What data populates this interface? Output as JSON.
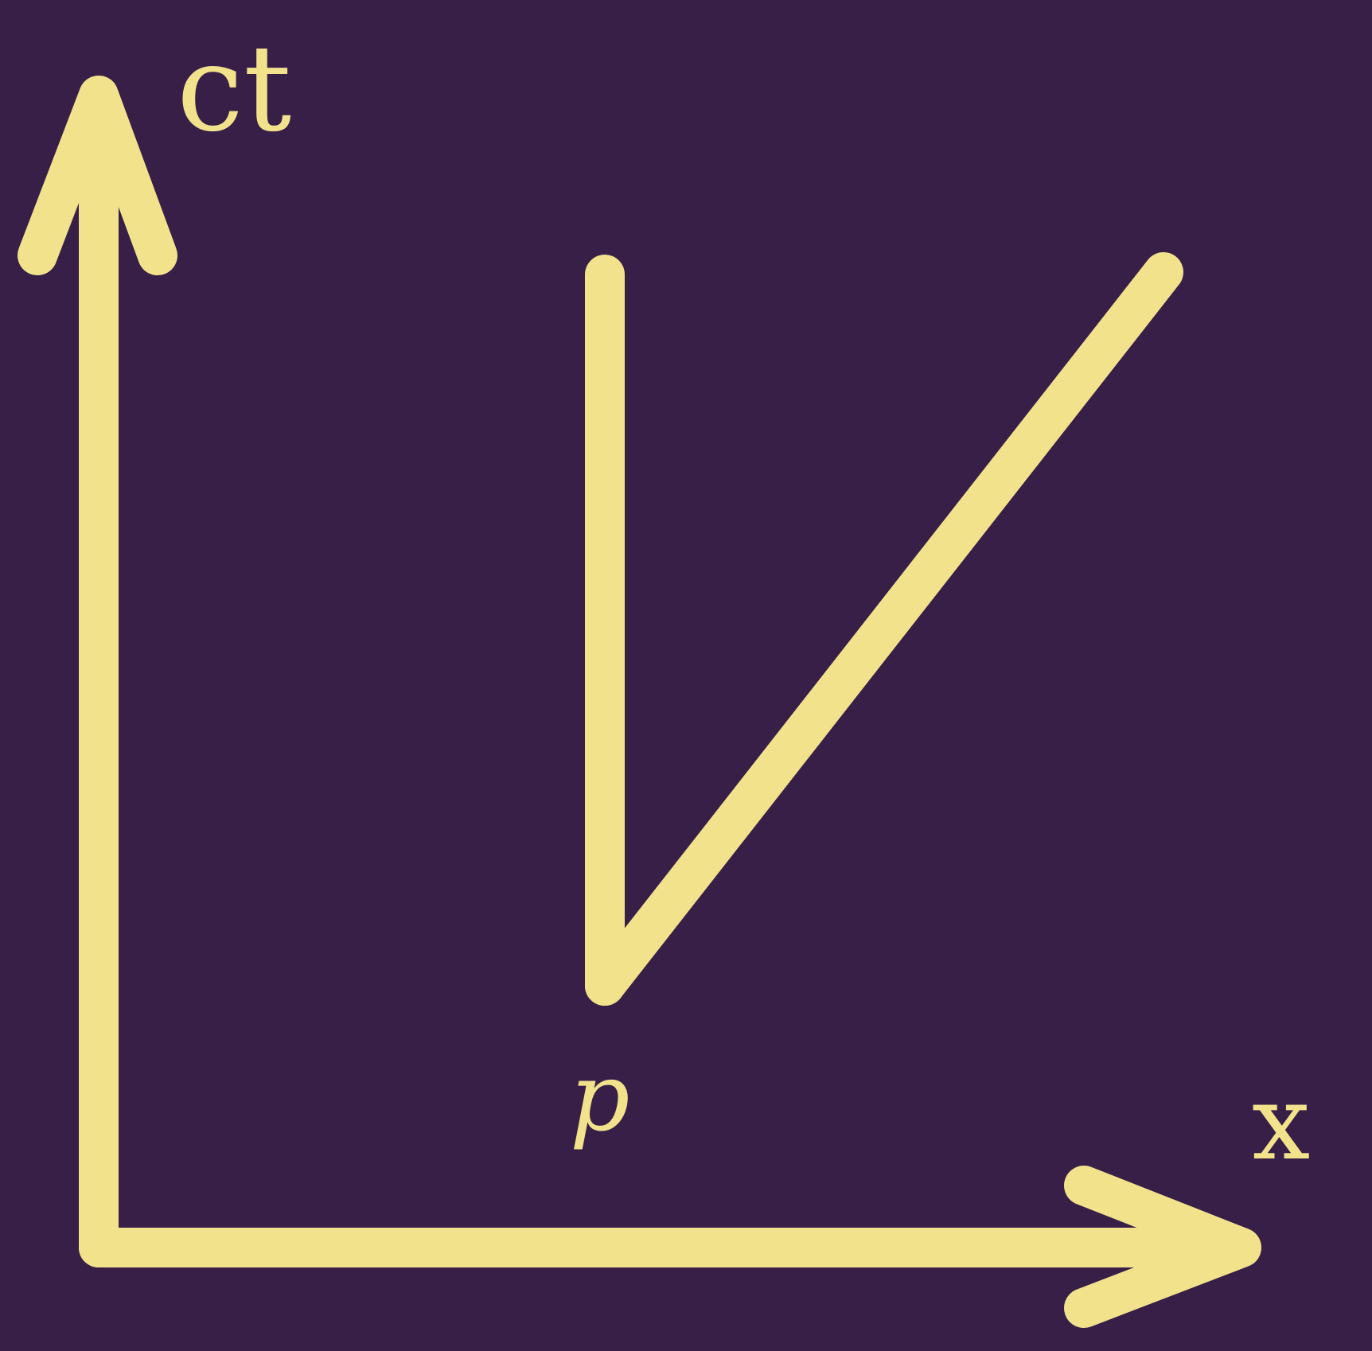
{
  "diagram": {
    "background_color": "#371f48",
    "stroke_color": "#f2e28c",
    "labels": {
      "time_axis": "ct",
      "space_axis": "x",
      "event": "p"
    },
    "elements": [
      "time-axis",
      "space-axis",
      "vertical-worldline",
      "light-ray-worldline",
      "event-point"
    ]
  }
}
